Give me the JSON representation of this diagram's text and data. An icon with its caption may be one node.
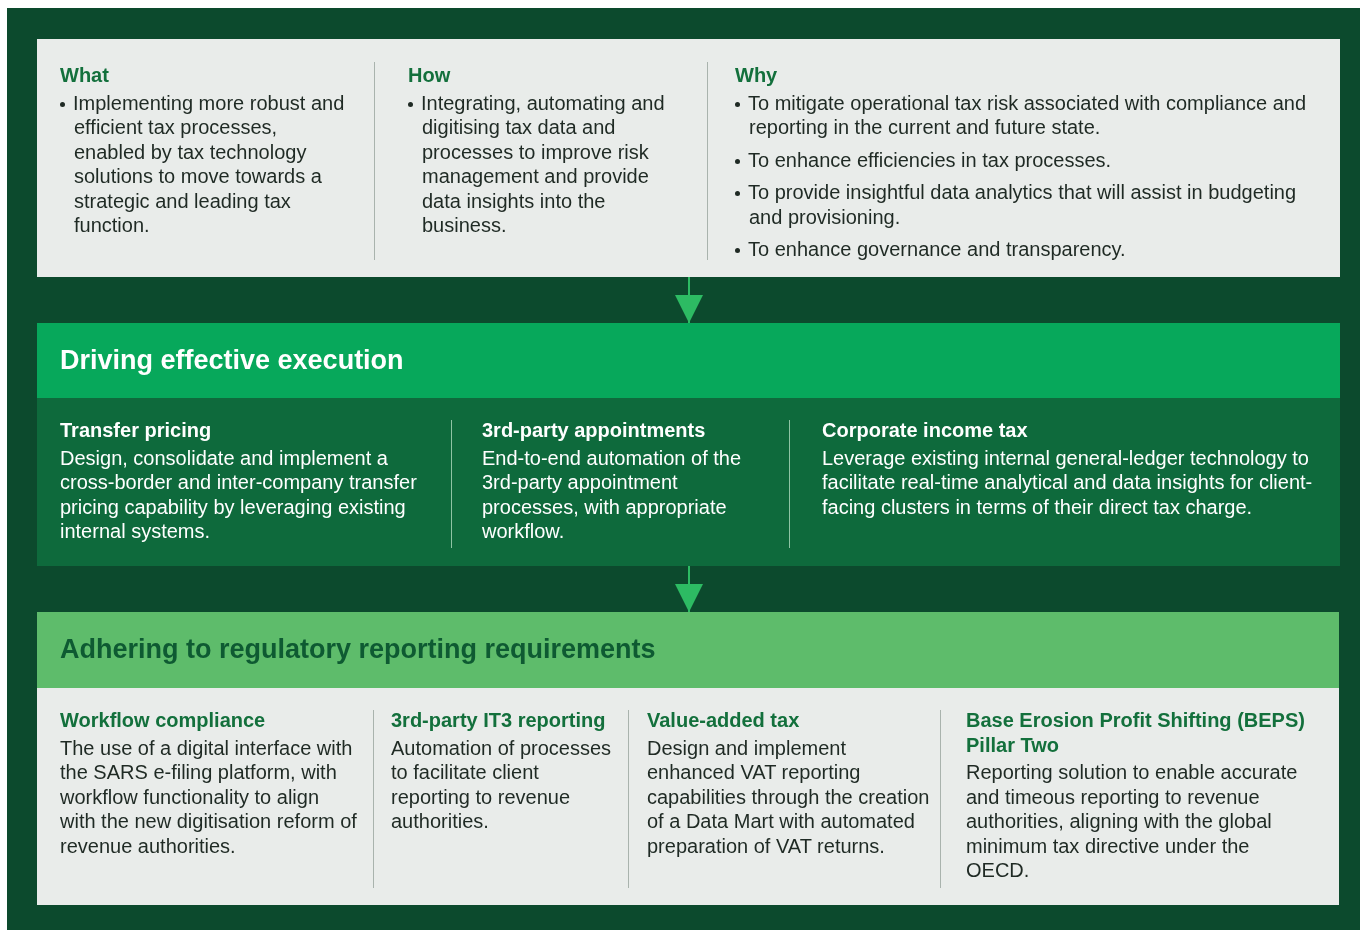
{
  "diagram": {
    "nodes": [
      {
        "text": [],
        "shape": "box"
      },
      {
        "text": [
          "What",
          "Implementing more robust and efficient tax processes, enabled by tax technology solutions to move towards a strategic and leading tax function."
        ],
        "in": 0
      },
      {
        "text": [
          "How",
          "Integrating, automating and digitising tax data and processes to improve risk management and provide data insights into the business."
        ],
        "in": 0
      },
      {
        "text": [
          "Why",
          "To mitigate operational tax risk associated with compliance and reporting in the current and future state.",
          "To enhance efficiencies in tax processes.",
          "To provide insightful data analytics that will assist in budgeting and provisioning.",
          "To enhance governance and transparency."
        ],
        "in": 0
      },
      {
        "text": [
          "Driving effective execution"
        ]
      },
      {
        "text": [
          "Transfer pricing",
          "Design, consolidate and implement a cross-border and inter-company transfer pricing capability by leveraging existing internal systems."
        ],
        "in": 4
      },
      {
        "text": [
          "3rd-party appointments",
          "End-to-end automation of the 3rd-party appointment processes, with appropriate workflow."
        ],
        "in": 4
      },
      {
        "text": [
          "Corporate income tax",
          "Leverage  existing internal general-ledger technology to facilitate real-time analytical and data insights for client-facing clusters in terms of their direct tax charge."
        ],
        "in": 4
      },
      {
        "text": [
          "Adhering to regulatory reporting requirements"
        ]
      },
      {
        "text": [
          "Workflow compliance",
          "The use of a digital interface with the SARS e-filing platform, with workflow functionality to align with the new digitisation reform of revenue authorities."
        ],
        "in": 8
      },
      {
        "text": [
          "3rd-party IT3 reporting",
          "Automation of processes to facilitate client reporting to revenue authorities."
        ],
        "in": 8
      },
      {
        "text": [
          "Value-added tax",
          "Design and implement enhanced VAT reporting capabilities through the creation of a Data Mart with automated preparation of VAT returns."
        ],
        "in": 8
      },
      {
        "text": [
          "Base Erosion Profit Shifting (BEPS) Pillar Two",
          "Reporting solution to enable accurate and timeous reporting to revenue authorities, aligning with the global minimum tax directive under the OECD."
        ],
        "in": 8
      }
    ],
    "edges": [
      {
        "from": 0,
        "to": 4,
        "arrow": "to"
      },
      {
        "from": 4,
        "to": 8,
        "arrow": "to"
      }
    ]
  }
}
